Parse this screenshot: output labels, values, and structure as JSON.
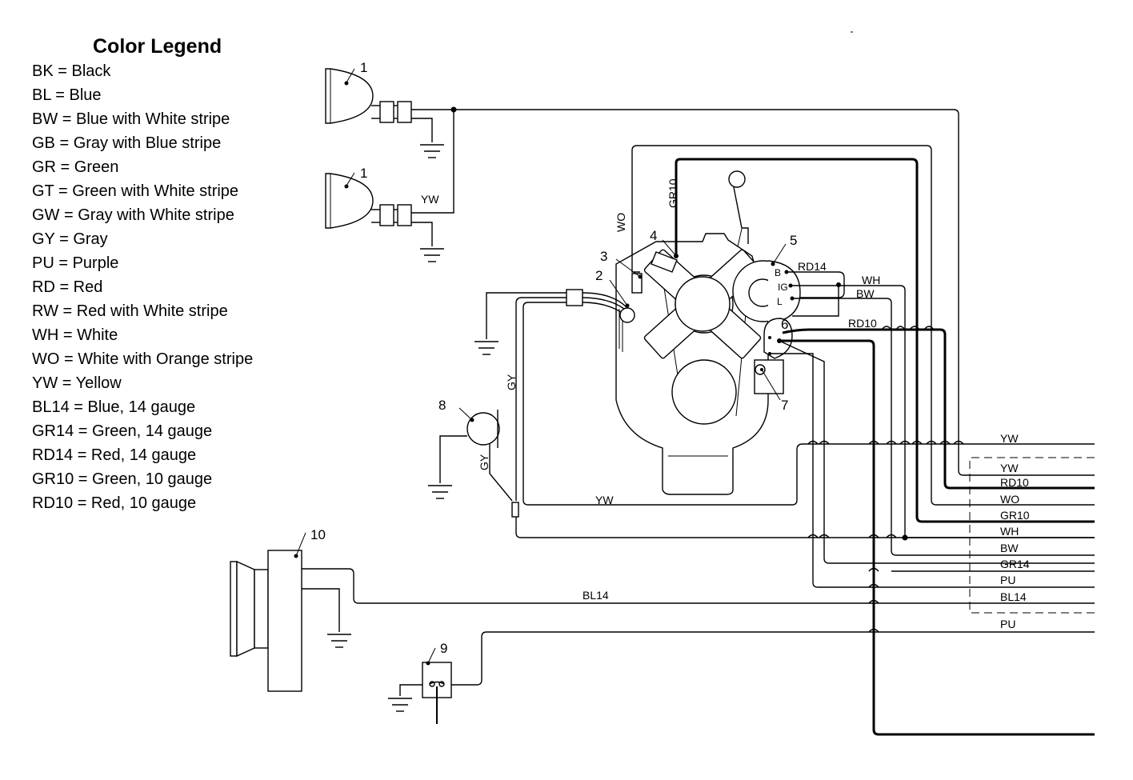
{
  "legend": {
    "title": "Color Legend",
    "entries": [
      "BK = Black",
      "BL = Blue",
      "BW = Blue with White stripe",
      "GB = Gray with Blue stripe",
      "GR = Green",
      "GT = Green with White stripe",
      "GW = Gray with White stripe",
      "GY = Gray",
      "PU = Purple",
      "RD = Red",
      "RW = Red with White stripe",
      "WH = White",
      "WO = White with Orange stripe",
      "YW = Yellow",
      "BL14 = Blue, 14 gauge",
      "GR14 = Green, 14 gauge",
      "RD14 = Red, 14 gauge",
      "GR10 = Green, 10 gauge",
      "RD10 = Red, 10 gauge"
    ]
  },
  "harness_labels": [
    "YW",
    "YW",
    "RD10",
    "WO",
    "GR10",
    "WH",
    "BW",
    "GR14",
    "PU",
    "BL14",
    "PU"
  ],
  "wire_labels": {
    "yw_lights": "YW",
    "gr10": "GR10",
    "wo": "WO",
    "rd14": "RD14",
    "wh": "WH",
    "bw": "BW",
    "rd10": "RD10",
    "gy_upper": "GY",
    "gy_lower": "GY",
    "yw_bottom": "YW",
    "bl14": "BL14"
  },
  "terminals": {
    "b": "B",
    "ig": "IG",
    "l": "L"
  },
  "components": {
    "headlight_top": "1",
    "headlight_bottom": "1",
    "sender_2": "2",
    "sender_3": "3",
    "starter_4": "4",
    "alternator_5": "5",
    "solenoid_6": "6",
    "relay_7": "7",
    "sensor_8": "8",
    "switch_9": "9",
    "pulley_10": "10"
  }
}
